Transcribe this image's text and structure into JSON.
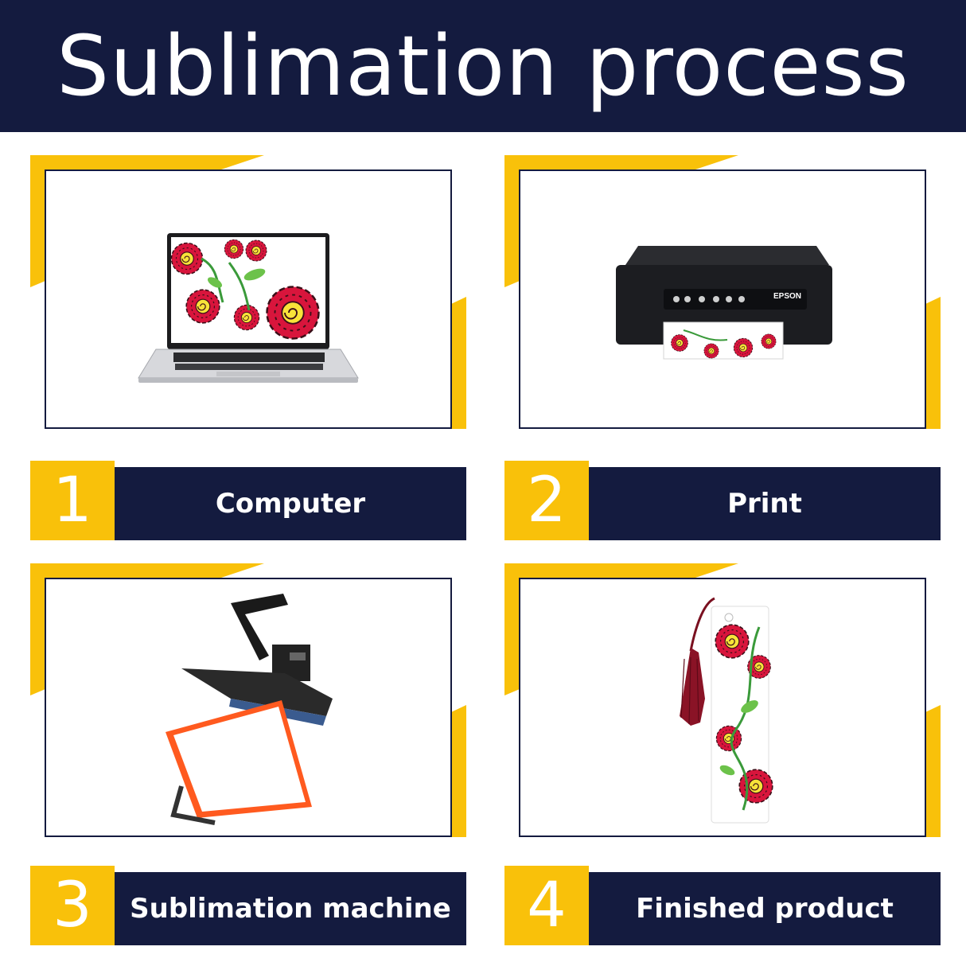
{
  "header": {
    "title": "Sublimation process"
  },
  "steps": [
    {
      "number": "1",
      "label": "Computer",
      "icon": "laptop-icon"
    },
    {
      "number": "2",
      "label": "Print",
      "icon": "printer-icon"
    },
    {
      "number": "3",
      "label": "Sublimation machine",
      "icon": "heat-press-icon"
    },
    {
      "number": "4",
      "label": "Finished product",
      "icon": "bookmark-icon"
    }
  ],
  "printer": {
    "brand": "EPSON"
  },
  "colors": {
    "navy": "#141b3f",
    "yellow": "#f9c10a",
    "flower_red": "#d8153c",
    "leaf_green": "#3a9a3a",
    "press_orange": "#ff5a1f"
  }
}
